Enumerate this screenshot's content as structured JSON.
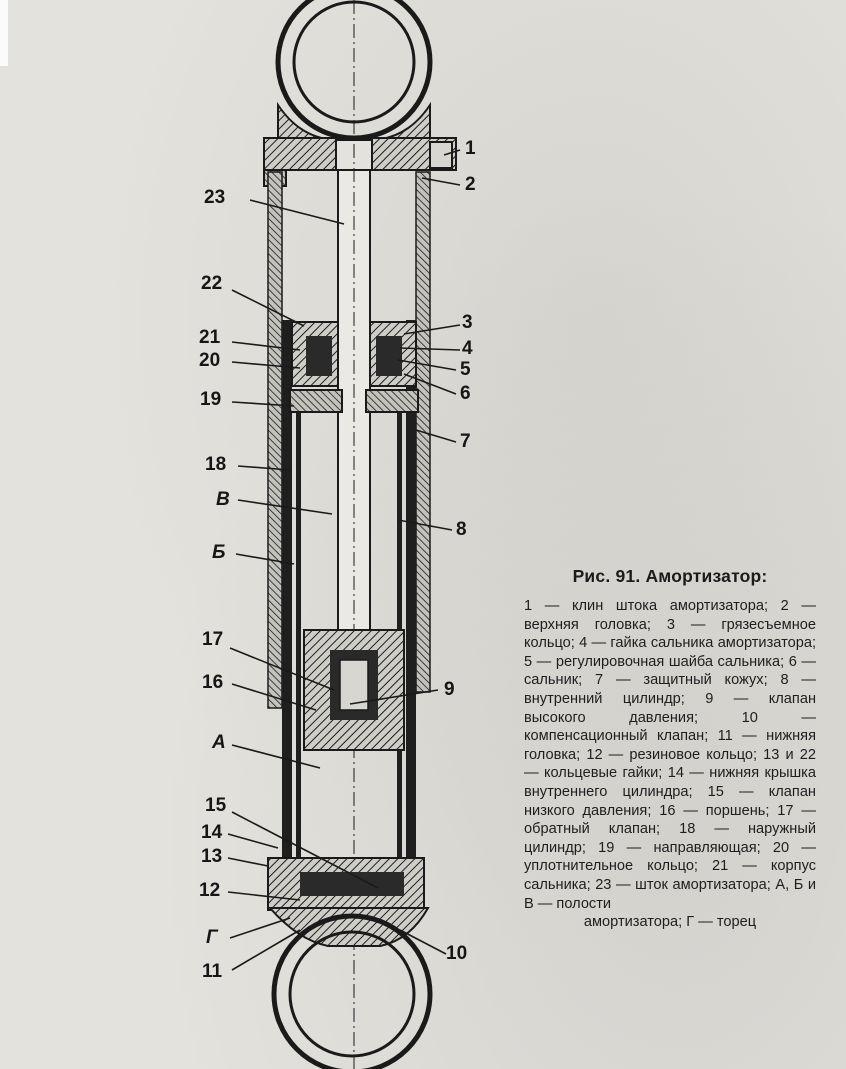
{
  "figure": {
    "callouts": [
      {
        "key": "1",
        "text": "1"
      },
      {
        "key": "2",
        "text": "2"
      },
      {
        "key": "3",
        "text": "3"
      },
      {
        "key": "4",
        "text": "4"
      },
      {
        "key": "5",
        "text": "5"
      },
      {
        "key": "6",
        "text": "6"
      },
      {
        "key": "7",
        "text": "7"
      },
      {
        "key": "8",
        "text": "8"
      },
      {
        "key": "9",
        "text": "9"
      },
      {
        "key": "10",
        "text": "10"
      },
      {
        "key": "11",
        "text": "11"
      },
      {
        "key": "12",
        "text": "12"
      },
      {
        "key": "13",
        "text": "13"
      },
      {
        "key": "14",
        "text": "14"
      },
      {
        "key": "15",
        "text": "15"
      },
      {
        "key": "16",
        "text": "16"
      },
      {
        "key": "17",
        "text": "17"
      },
      {
        "key": "18",
        "text": "18"
      },
      {
        "key": "19",
        "text": "19"
      },
      {
        "key": "20",
        "text": "20"
      },
      {
        "key": "21",
        "text": "21"
      },
      {
        "key": "22",
        "text": "22"
      },
      {
        "key": "23",
        "text": "23"
      },
      {
        "key": "A",
        "text": "A"
      },
      {
        "key": "B",
        "text": "Б"
      },
      {
        "key": "V",
        "text": "В"
      },
      {
        "key": "G",
        "text": "Г"
      }
    ]
  },
  "caption": {
    "title": "Рис. 91. Амортизатор:",
    "body": "1 — клин штока амортизатора; 2 — верхняя головка; 3 — грязесъемное кольцо; 4 — гайка сальника амортизатора; 5 — регулировочная шайба сальника; 6 — сальник; 7 — защитный кожух; 8 — внутренний цилиндр; 9 — клапан высокого давления; 10 — компенсационный клапан; 11 — нижняя головка; 12 — резиновое кольцо; 13 и 22 — кольцевые гайки; 14 — нижняя крышка внутреннего цилиндра; 15 — клапан низкого давления; 16 — поршень; 17 — обратный клапан; 18 — наружный цилиндр; 19 — направляющая; 20 — уплотнительное кольцо; 21 — корпус сальника; 23 — шток амортизатора; А, Б и В — полости",
    "last_line": "амортизатора; Г — торец"
  }
}
